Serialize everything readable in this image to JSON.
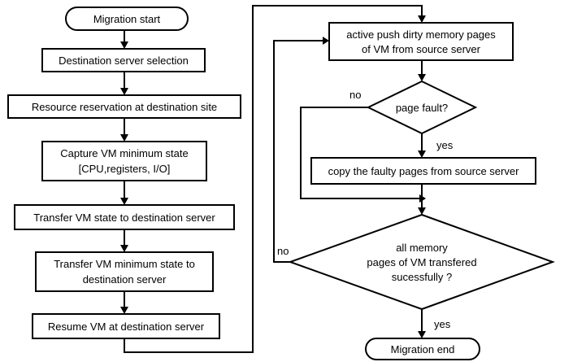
{
  "flowchart": {
    "left": {
      "start": "Migration start",
      "dest_select": "Destination server selection",
      "resource_reserve": "Resource reservation at destination site",
      "capture_line1": "Capture VM minimum state",
      "capture_line2": "[CPU,registers, I/O]",
      "transfer_state": "Transfer VM state to destination server",
      "transfer_min_line1": "Transfer VM minimum state to",
      "transfer_min_line2": "destination server",
      "resume": "Resume VM at destination server"
    },
    "right": {
      "push_line1": "active push dirty memory pages",
      "push_line2": "of VM from source server",
      "page_fault": "page fault?",
      "no_label": "no",
      "yes_label": "yes",
      "copy_pages": "copy the faulty pages from source server",
      "all_line1": "all memory",
      "all_line2": "pages of VM transfered",
      "all_line3": "sucessfully ?",
      "no_label2": "no",
      "yes_label2": "yes",
      "end": "Migration end"
    }
  }
}
